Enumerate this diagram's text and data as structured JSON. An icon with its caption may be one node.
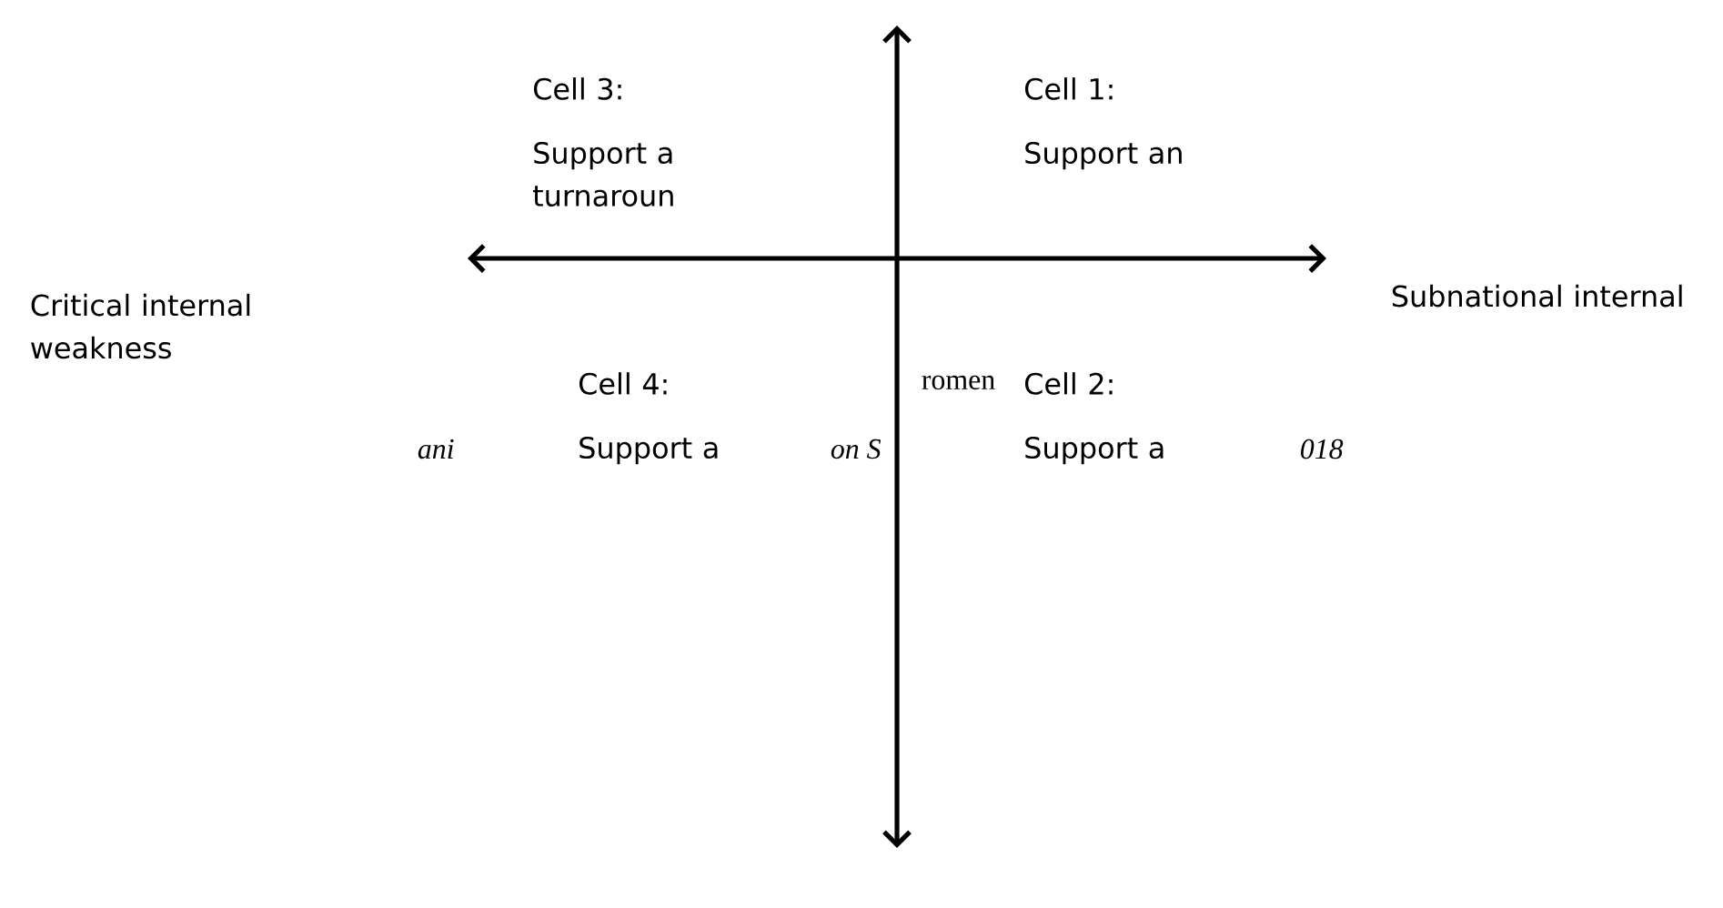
{
  "diagram": {
    "nodes": [
      {
        "text": [
          "Cell 3:",
          "Support a turnaroun"
        ]
      },
      {
        "text": [
          "Cell 1:",
          "Support an"
        ]
      },
      {
        "text": [
          "Cell 4:",
          "Support a"
        ]
      },
      {
        "text": [
          "Cell 2:",
          "Support a"
        ]
      }
    ],
    "labels": [
      "Critical internal weakness",
      "Subnational internal",
      "romen",
      "ani",
      "on S",
      "018"
    ]
  }
}
